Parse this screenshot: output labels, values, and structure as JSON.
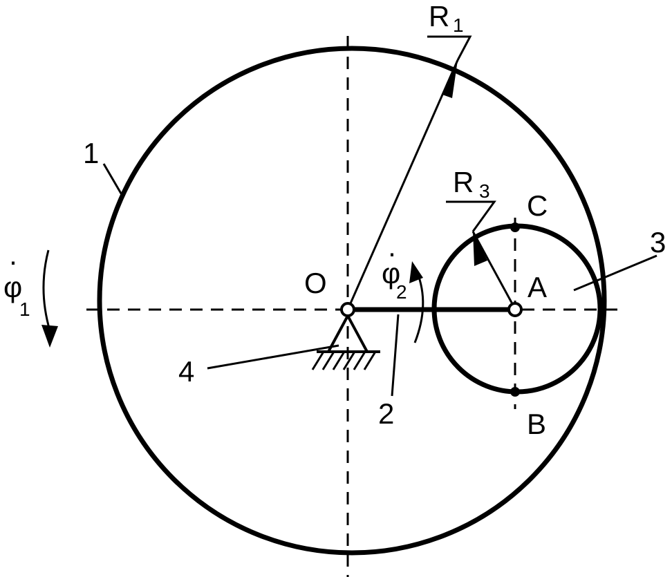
{
  "labels": {
    "R1": "R",
    "R1_sub": "1",
    "R3": "R",
    "R3_sub": "3",
    "O": "O",
    "A": "A",
    "B": "B",
    "C": "C",
    "part1": "1",
    "part2": "2",
    "part3": "3",
    "part4": "4",
    "phi1": "φ",
    "phi1_sub": "1",
    "phi1_dot": "·",
    "phi2": "φ",
    "phi2_sub": "2",
    "phi2_dot": "·"
  }
}
